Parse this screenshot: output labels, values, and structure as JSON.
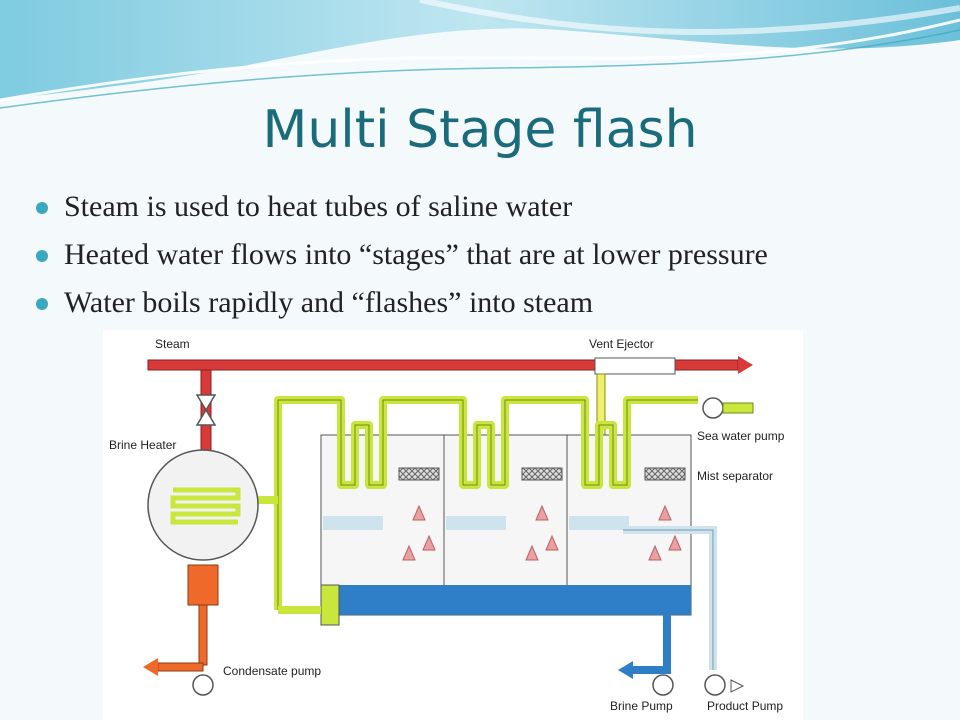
{
  "slide": {
    "title": "Multi Stage flash",
    "bullets": [
      "Steam is used to heat tubes of saline water",
      "Heated water flows into “stages” that are at lower pressure",
      "Water boils rapidly and “flashes” into steam"
    ]
  },
  "diagram": {
    "labels": {
      "steam": "Steam",
      "vent_ejector": "Vent Ejector",
      "brine_heater": "Brine Heater",
      "sea_water_pump": "Sea water pump",
      "mist_separator": "Mist separator",
      "condensate_pump": "Condensate pump",
      "brine_pump": "Brine Pump",
      "product_pump": "Product Pump"
    },
    "colors": {
      "steam_line": "#d83a3a",
      "feed_tube": "#c8e63c",
      "brine": "#2e7fc8",
      "condensate": "#ef6a2a",
      "product": "#cfe3ef",
      "accent": "#1a6b7c"
    }
  }
}
